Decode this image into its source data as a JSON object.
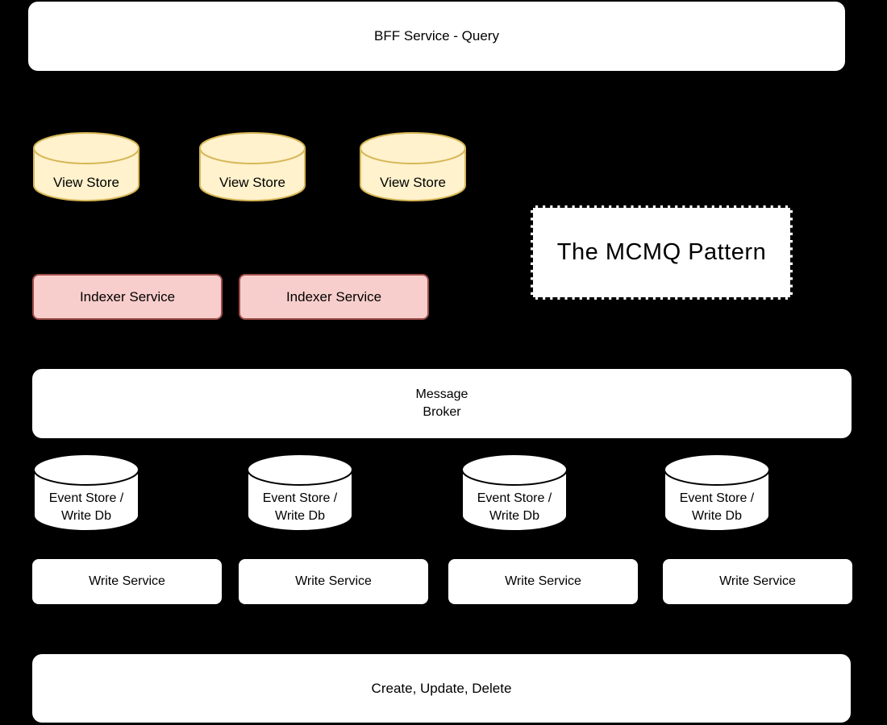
{
  "diagram": {
    "title": "The MCMQ Pattern"
  },
  "colors": {
    "background": "#000000",
    "node_fill": "#ffffff",
    "node_text": "#000000",
    "view_store_fill": "#FFF2CC",
    "view_store_stroke": "#D6B656",
    "indexer_fill": "#F8CECC",
    "indexer_stroke": "#9E4B48"
  },
  "nodes": {
    "bff_service": {
      "label": "BFF Service - Query"
    },
    "view_stores": [
      {
        "label": "View Store"
      },
      {
        "label": "View Store"
      },
      {
        "label": "View Store"
      }
    ],
    "pattern_title": {
      "label": "The MCMQ Pattern"
    },
    "indexer_services": [
      {
        "label": "Indexer Service"
      },
      {
        "label": "Indexer Service"
      }
    ],
    "message_broker": {
      "label": "Message\nBroker"
    },
    "event_stores": [
      {
        "label": "Event Store /\nWrite Db"
      },
      {
        "label": "Event Store /\nWrite Db"
      },
      {
        "label": "Event Store /\nWrite Db"
      },
      {
        "label": "Event Store /\nWrite Db"
      }
    ],
    "write_services": [
      {
        "label": "Write Service"
      },
      {
        "label": "Write Service"
      },
      {
        "label": "Write Service"
      },
      {
        "label": "Write Service"
      }
    ],
    "crud_commands": {
      "label": "Create, Update, Delete"
    }
  }
}
